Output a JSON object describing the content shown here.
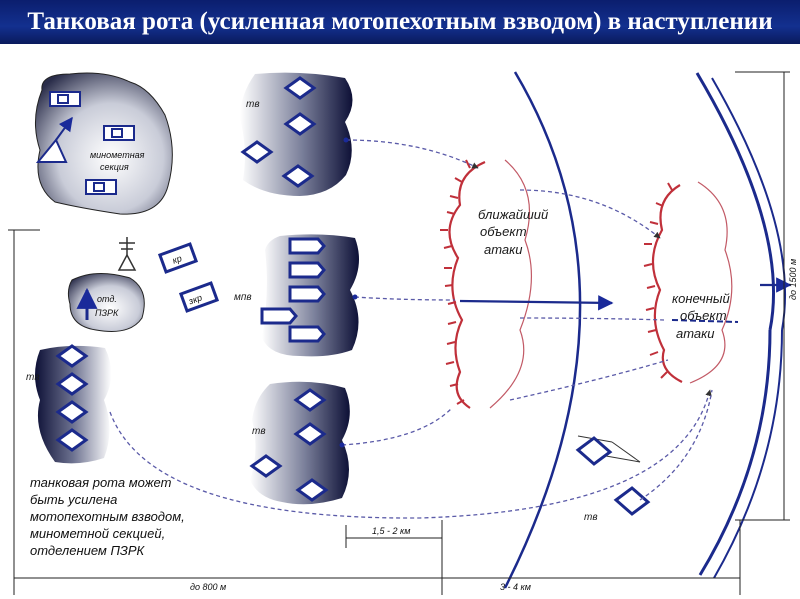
{
  "title": "Танковая рота (усиленная мотопехотным взводом) в наступлении",
  "units": {
    "tv_top": "тв",
    "mpv": "мпв",
    "tv_left": "тв",
    "tv_bottom": "тв",
    "tv_right": "тв",
    "mortar_section_line1": "минометная",
    "mortar_section_line2": "секция",
    "pzrk_line1": "отд.",
    "pzrk_line2": "ПЗРК",
    "kr": "кр",
    "zkr": "зкр"
  },
  "objectives": {
    "near_line1": "ближайший",
    "near_line2": "объект",
    "near_line3": "атаки",
    "final_line1": "конечный",
    "final_line2": "объект",
    "final_line3": "атаки"
  },
  "distances": {
    "d_near": "1,5 - 2 км",
    "d_left": "до 800 м",
    "d_right": "3 - 4 км",
    "d_vertical": "до 1500 м"
  },
  "note": {
    "line1": "танковая рота может",
    "line2": "быть усилена",
    "line3": "мотопехотным взводом,",
    "line4": "минометной секцией,",
    "line5": "отделением ПЗРК"
  }
}
